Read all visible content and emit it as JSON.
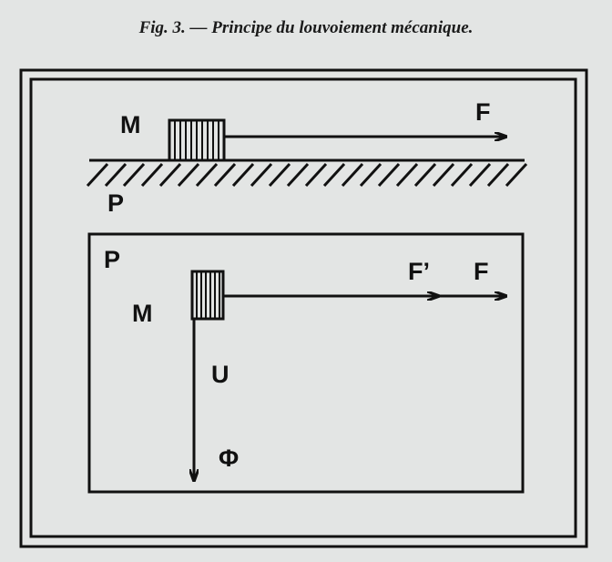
{
  "caption": "Fig. 3. — Principe du louvoiement mécanique.",
  "top_panel": {
    "mass_label": "M",
    "force_label": "F",
    "plane_label": "P"
  },
  "bottom_panel": {
    "plane_label": "P",
    "mass_label": "M",
    "force_prime_label": "F’",
    "force_label": "F",
    "u_label": "U",
    "phi_label": "Φ"
  },
  "colors": {
    "background": "#e3e5e4",
    "ink": "#111111"
  }
}
